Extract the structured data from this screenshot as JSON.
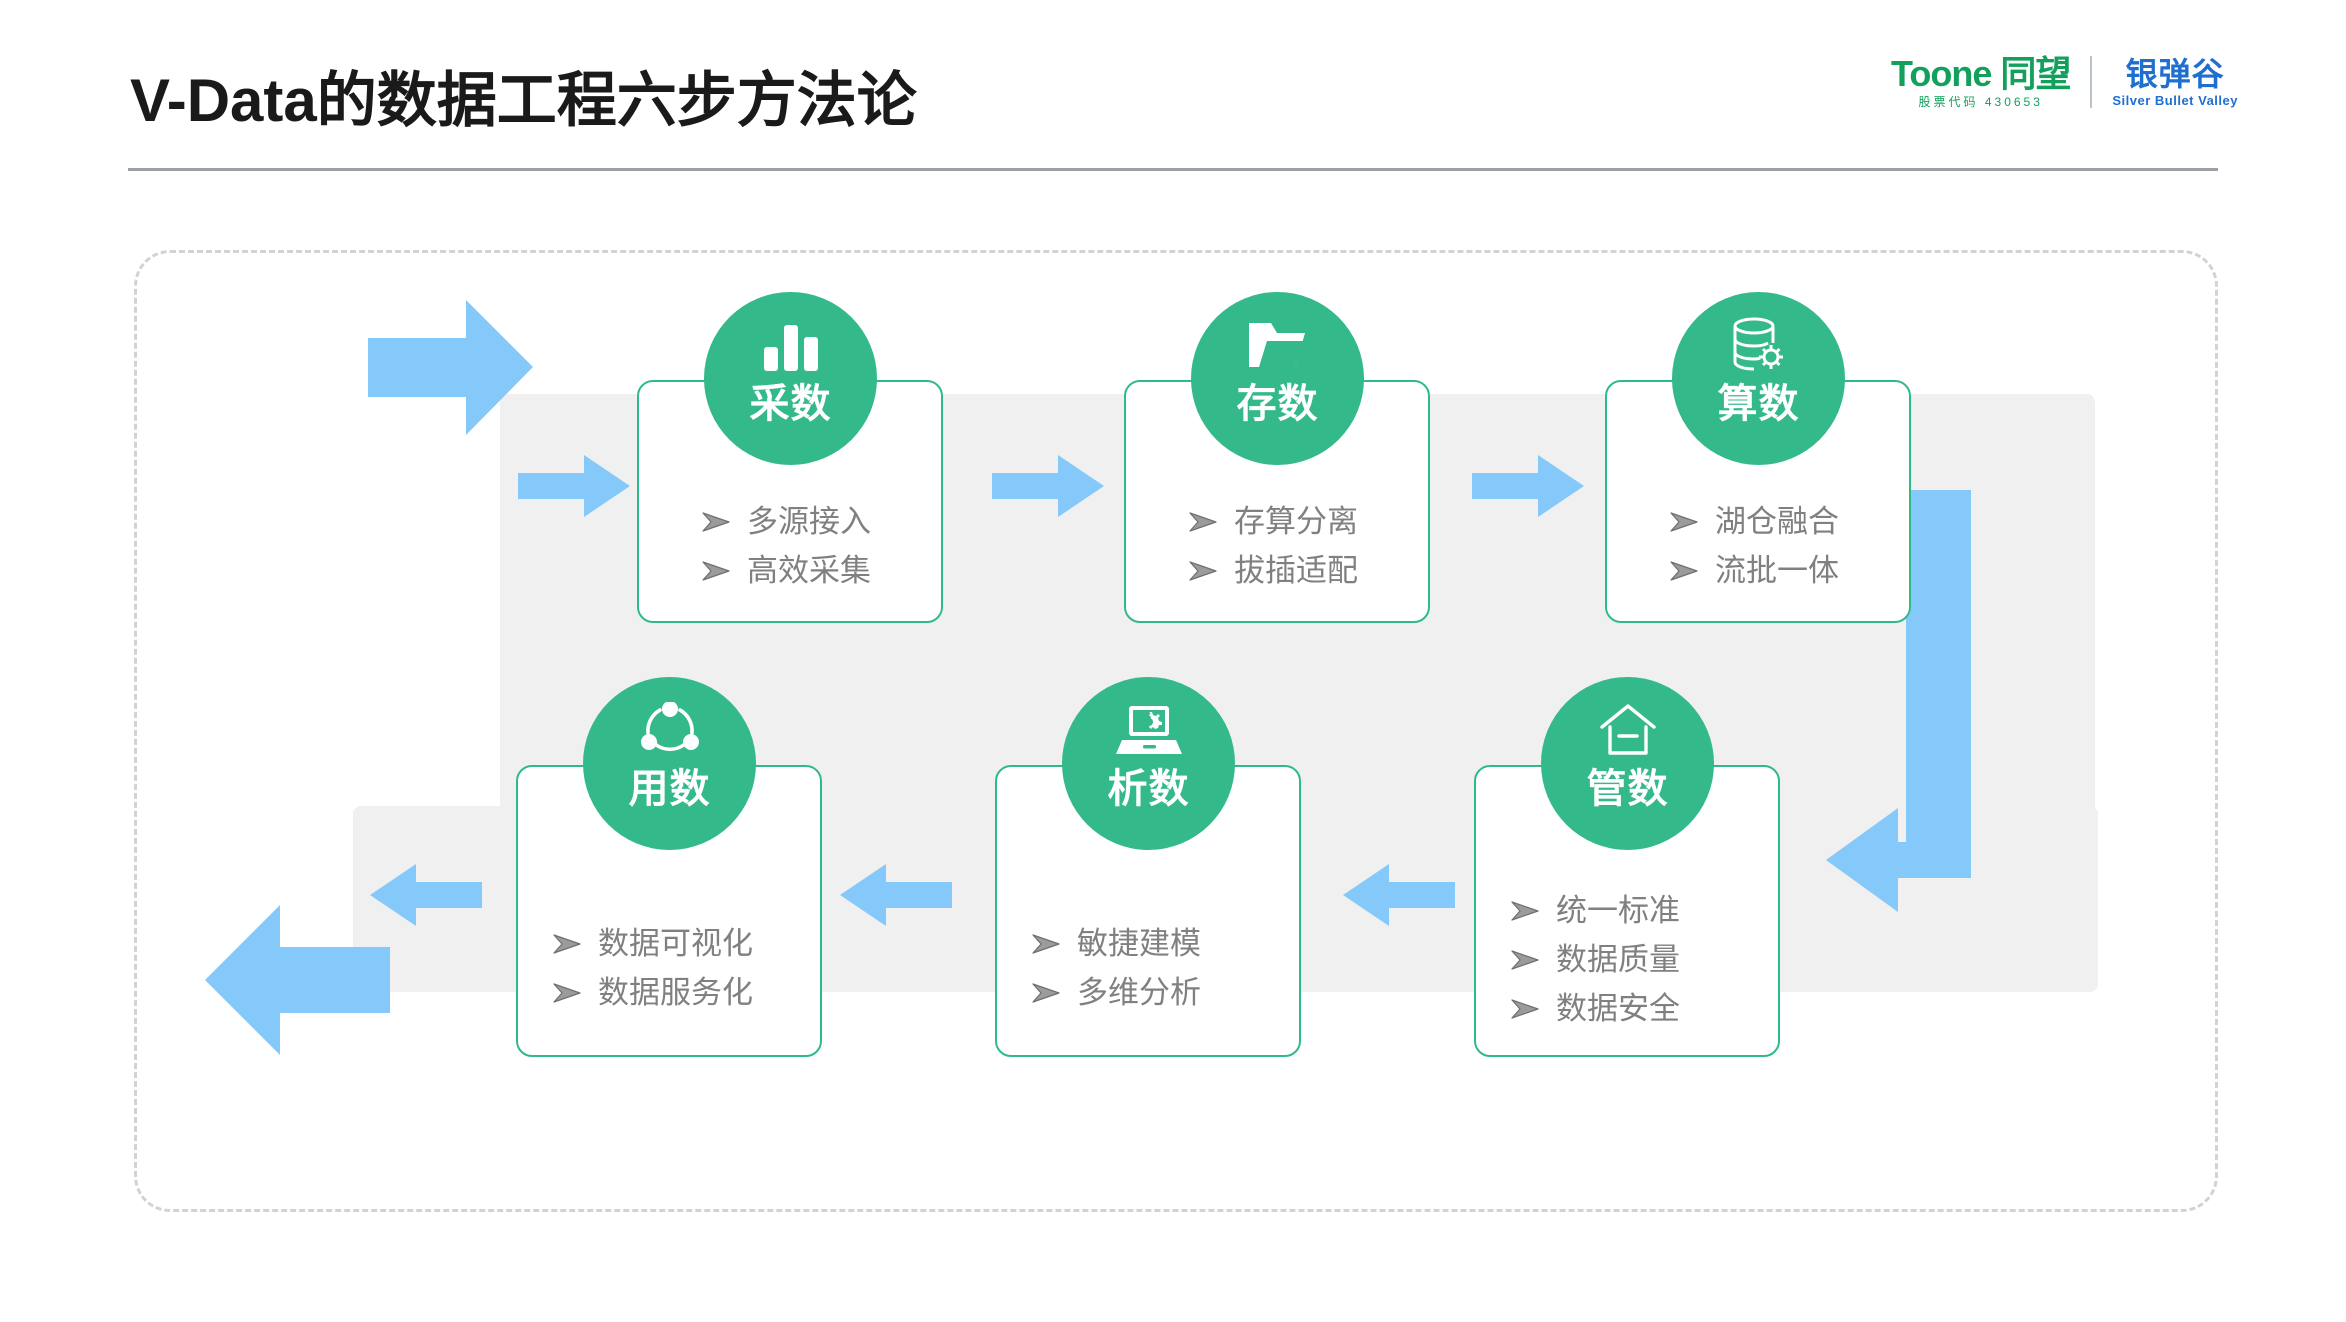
{
  "header": {
    "title": "V-Data的数据工程六步方法论",
    "logos": {
      "primary": {
        "brand": "Toone 同望",
        "code": "股票代码 430653",
        "color": "#12a05c"
      },
      "secondary": {
        "brand": "银弹谷",
        "subtitle": "Silver Bullet Valley",
        "color": "#1f6fd0"
      }
    }
  },
  "colors": {
    "accent_green": "#33b98a",
    "card_border": "#2fba8a",
    "arrow_blue": "#84c9fa",
    "band_gray": "#f0f0f0",
    "frame_dash": "#cfd3d6",
    "item_text": "#808080"
  },
  "diagram": {
    "type": "process-flow",
    "step_count": 6,
    "flow_direction": "left-to-right-then-right-to-left",
    "steps": [
      {
        "index": 1,
        "label": "采数",
        "icon": "bar-chart-icon",
        "items": [
          "多源接入",
          "高效采集"
        ]
      },
      {
        "index": 2,
        "label": "存数",
        "icon": "folder-icon",
        "items": [
          "存算分离",
          "拔插适配"
        ]
      },
      {
        "index": 3,
        "label": "算数",
        "icon": "database-gear-icon",
        "items": [
          "湖仓融合",
          "流批一体"
        ]
      },
      {
        "index": 4,
        "label": "管数",
        "icon": "home-icon",
        "items": [
          "统一标准",
          "数据质量",
          "数据安全"
        ]
      },
      {
        "index": 5,
        "label": "析数",
        "icon": "laptop-gear-icon",
        "items": [
          "敏捷建模",
          "多维分析"
        ]
      },
      {
        "index": 6,
        "label": "用数",
        "icon": "share-nodes-icon",
        "items": [
          "数据可视化",
          "数据服务化"
        ]
      }
    ]
  }
}
